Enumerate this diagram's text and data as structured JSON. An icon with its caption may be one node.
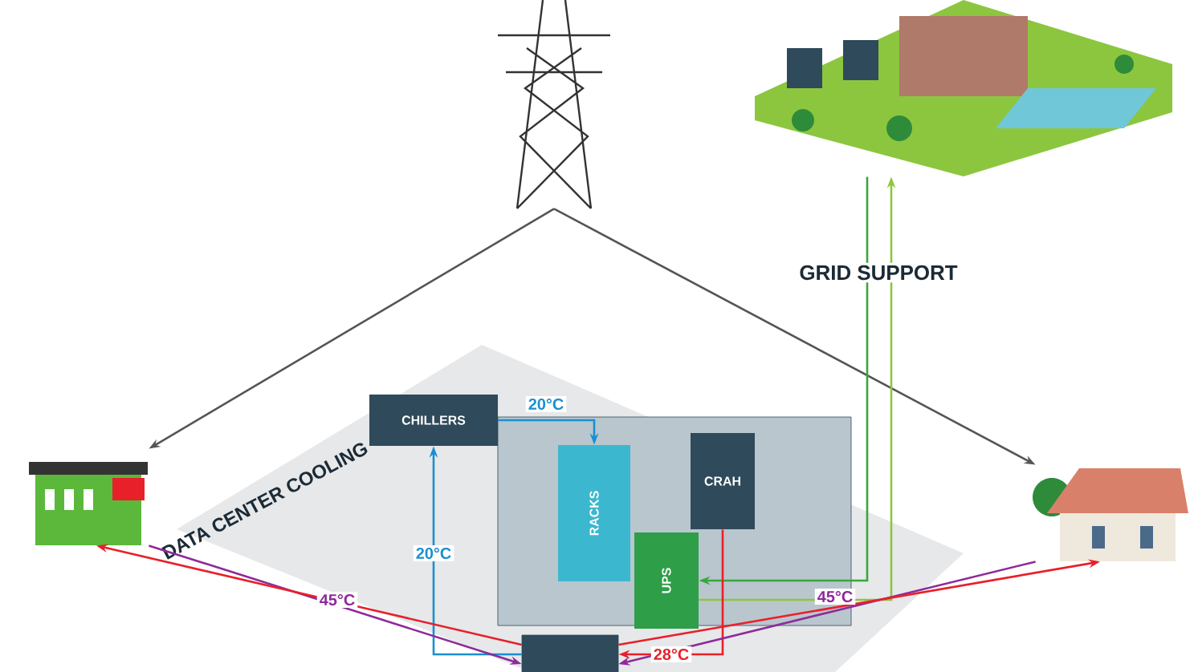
{
  "diagram": {
    "nodes": [
      {
        "text": [],
        "shape": "picture"
      },
      {
        "text": [],
        "shape": "picture"
      },
      {
        "text": [],
        "shape": "picture"
      },
      {
        "text": [],
        "shape": "picture"
      },
      {
        "text": [
          "DATA CENTER COOLING"
        ]
      },
      {
        "text": [
          "CHILLERS"
        ]
      },
      {
        "text": [],
        "shape": "box"
      },
      {
        "text": [],
        "shape": "box"
      },
      {
        "text": [
          "RACKS"
        ],
        "in": 6
      },
      {
        "text": [
          "CRAH"
        ],
        "in": 6
      },
      {
        "text": [
          "UPS"
        ],
        "in": 6
      }
    ],
    "edges": [
      {
        "from": 0,
        "to": 2,
        "arrow": "to",
        "color": "#555555"
      },
      {
        "from": 0,
        "to": 3,
        "arrow": "to",
        "color": "#555555"
      },
      {
        "from": 1,
        "to": 10,
        "arrow": "to",
        "color": "#3aa63a",
        "label": "GRID SUPPORT"
      },
      {
        "from": 10,
        "to": 1,
        "arrow": "to",
        "color": "#8cc63f"
      },
      {
        "from": 5,
        "to": 8,
        "arrow": "to",
        "color": "#1a8fd0",
        "label": "20°C"
      },
      {
        "from": 7,
        "to": 5,
        "arrow": "to",
        "color": "#1a8fd0",
        "label": "20°C"
      },
      {
        "from": 9,
        "to": 7,
        "arrow": "to",
        "color": "#e8202a",
        "label": "28°C"
      },
      {
        "from": 2,
        "to": 7,
        "arrow": "to",
        "color": "#8e2a9a",
        "label": "45°C"
      },
      {
        "from": 3,
        "to": 7,
        "arrow": "to",
        "color": "#8e2a9a",
        "label": "45°C"
      },
      {
        "from": 7,
        "to": 2,
        "arrow": "to",
        "color": "#e8202a"
      },
      {
        "from": 7,
        "to": 3,
        "arrow": "to",
        "color": "#e8202a"
      }
    ]
  }
}
